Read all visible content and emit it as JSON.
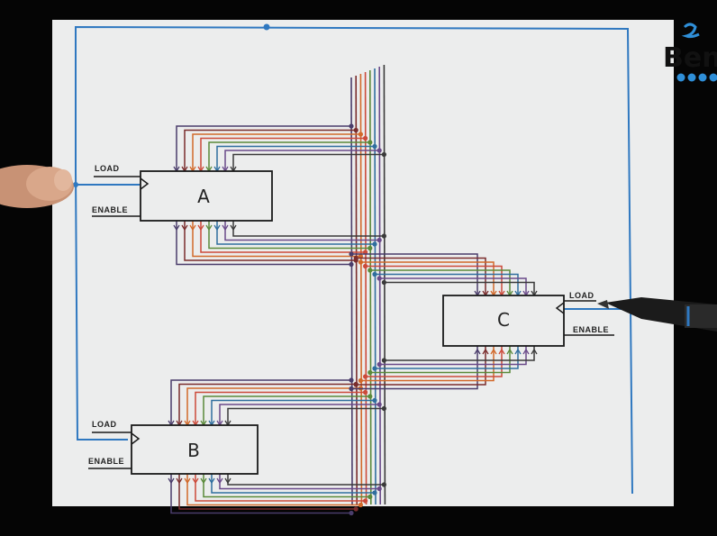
{
  "diagram": {
    "registers": [
      {
        "id": "A",
        "name": "A",
        "load_label": "LOAD",
        "enable_label": "ENABLE"
      },
      {
        "id": "B",
        "name": "B",
        "load_label": "LOAD",
        "enable_label": "ENABLE"
      },
      {
        "id": "C",
        "name": "C",
        "load_label": "LOAD",
        "enable_label": "ENABLE"
      }
    ],
    "bus_wire_colors": [
      "#4a3d6b",
      "#7a2d2d",
      "#d2692a",
      "#cc4a3a",
      "#5a8a3a",
      "#2f6e9e",
      "#6a4a8a",
      "#3a3a3a"
    ],
    "control_wire_color": "#2f78c0",
    "pen_accent_color": "#2f78c0"
  },
  "logo": {
    "text": "Ben",
    "color": "#2f8fd8"
  }
}
